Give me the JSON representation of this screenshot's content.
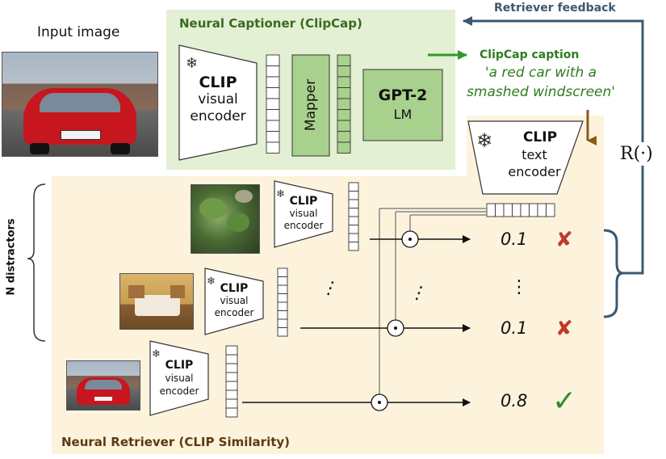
{
  "input_image_label": "Input image",
  "captioner": {
    "title": "Neural Captioner (ClipCap)",
    "clip_encoder": {
      "line1": "CLIP",
      "line2": "visual",
      "line3": "encoder"
    },
    "mapper_label": "Mapper",
    "gpt2": {
      "line1": "GPT-2",
      "line2": "LM"
    }
  },
  "caption": {
    "title": "ClipCap caption",
    "line1": "'a red car with a",
    "line2": "smashed windscreen'"
  },
  "feedback_label": "Retriever feedback",
  "reward_label": "R(·)",
  "text_encoder": {
    "line1": "CLIP",
    "line2": "text",
    "line3": "encoder"
  },
  "distractors_label": "N distractors",
  "retriever": {
    "title": "Neural Retriever (CLIP Similarity)",
    "visual_encoder": {
      "line1": "CLIP",
      "line2": "visual",
      "line3": "encoder"
    },
    "rows": [
      {
        "score": "0.1",
        "mark": "✘"
      },
      {
        "score": "0.1",
        "mark": "✘"
      },
      {
        "score": "0.8",
        "mark": "✓"
      }
    ],
    "ellipsis": "⋮"
  },
  "colors": {
    "captioner_bg": "#e3f0d3",
    "captioner_title": "#3a6b1f",
    "mapper_fill": "#a9d18e",
    "retriever_bg": "#fdf3dc",
    "retriever_title": "#5a3b12",
    "feedback": "#3b5870",
    "caption_green": "#2f7d1e",
    "cross_red": "#c0392b",
    "check_green": "#2e8b2e",
    "arrow_brown": "#8b5a1a"
  }
}
